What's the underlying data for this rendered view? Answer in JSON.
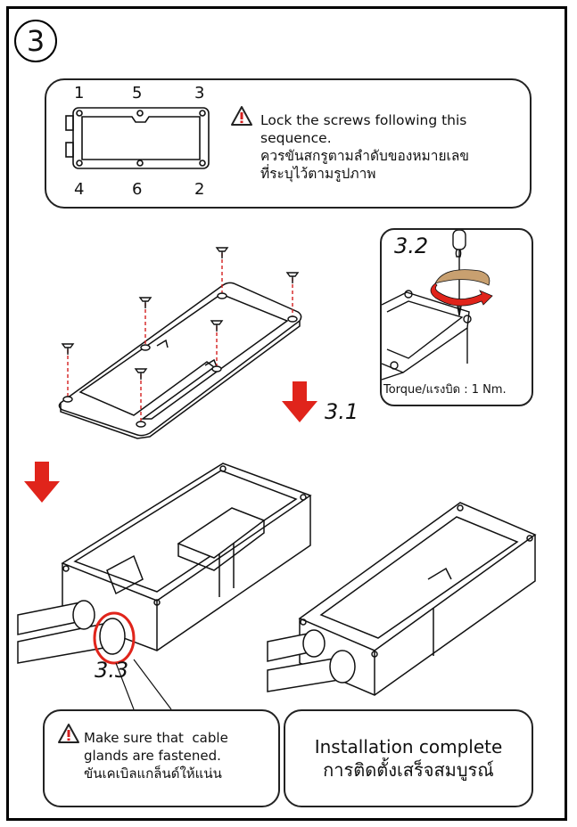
{
  "step": {
    "number": "3"
  },
  "sequence": {
    "top_numbers": [
      "1",
      "5",
      "3"
    ],
    "bottom_numbers": [
      "4",
      "6",
      "2"
    ],
    "note_en_line1": "Lock the screws following this",
    "note_en_line2": "sequence.",
    "note_th_line1": "ควรขันสกรูตามลำดับของหมายเลข",
    "note_th_line2": "ที่ระบุไว้ตามรูปภาพ"
  },
  "labels": {
    "step_3_1": "3.1",
    "step_3_2": "3.2",
    "step_3_3": "3.3",
    "torque": "Torque/แรงบิด : 1 Nm."
  },
  "cable_note": {
    "line1": "Make sure that  cable",
    "line2": "glands are fastened.",
    "line3": "ขันเคเบิลแกล็นด์ให้แน่น"
  },
  "complete": {
    "en": "Installation complete",
    "th": "การติดตั้งเสร็จสมบูรณ์"
  },
  "colors": {
    "accent_red": "#e0241b",
    "warning_icon": "#333333",
    "tan": "#c8a070"
  },
  "icons": [
    "warning-icon",
    "down-arrow-icon",
    "screwdriver-icon",
    "rotation-arrow-icon"
  ]
}
